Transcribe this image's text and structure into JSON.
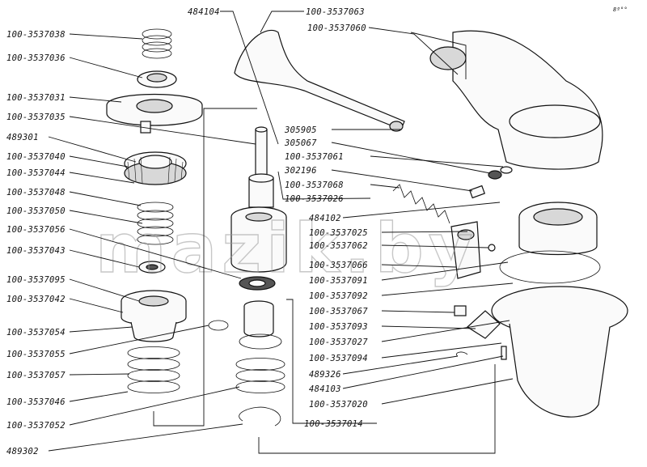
{
  "watermark": "mazik.by",
  "corner_mark": "8º°°",
  "labels_left": [
    "100-3537038",
    "100-3537036",
    "100-3537031",
    "100-3537035",
    "489301",
    "100-3537040",
    "100-3537044",
    "100-3537048",
    "100-3537050",
    "100-3537056",
    "100-3537043",
    "100-3537095",
    "100-3537042",
    "100-3537054",
    "100-3537055",
    "100-3537057",
    "100-3537046",
    "100-3537052",
    "489302"
  ],
  "labels_top": [
    "484104",
    "100-3537063",
    "100-3537060"
  ],
  "labels_right": [
    "305905",
    "305067",
    "100-3537061",
    "302196",
    "100-3537068",
    "100-3537026",
    "484102",
    "100-3537025",
    "100-3537062",
    "100-3537066",
    "100-3537091",
    "100-3537092",
    "100-3537067",
    "100-3537093",
    "100-3537027",
    "100-3537094",
    "489326",
    "484103",
    "100-3537020",
    "100-3537014"
  ]
}
